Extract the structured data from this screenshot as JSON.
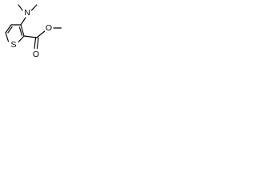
{
  "molecule": {
    "name": "",
    "atom_labels": {
      "nitrogen": "N",
      "sulfur": "S",
      "carbonyl_oxygen": "O",
      "ester_oxygen": "O"
    },
    "colors": {
      "background": "#ffffff",
      "bonds": "#000000",
      "labels": "#000000"
    }
  }
}
